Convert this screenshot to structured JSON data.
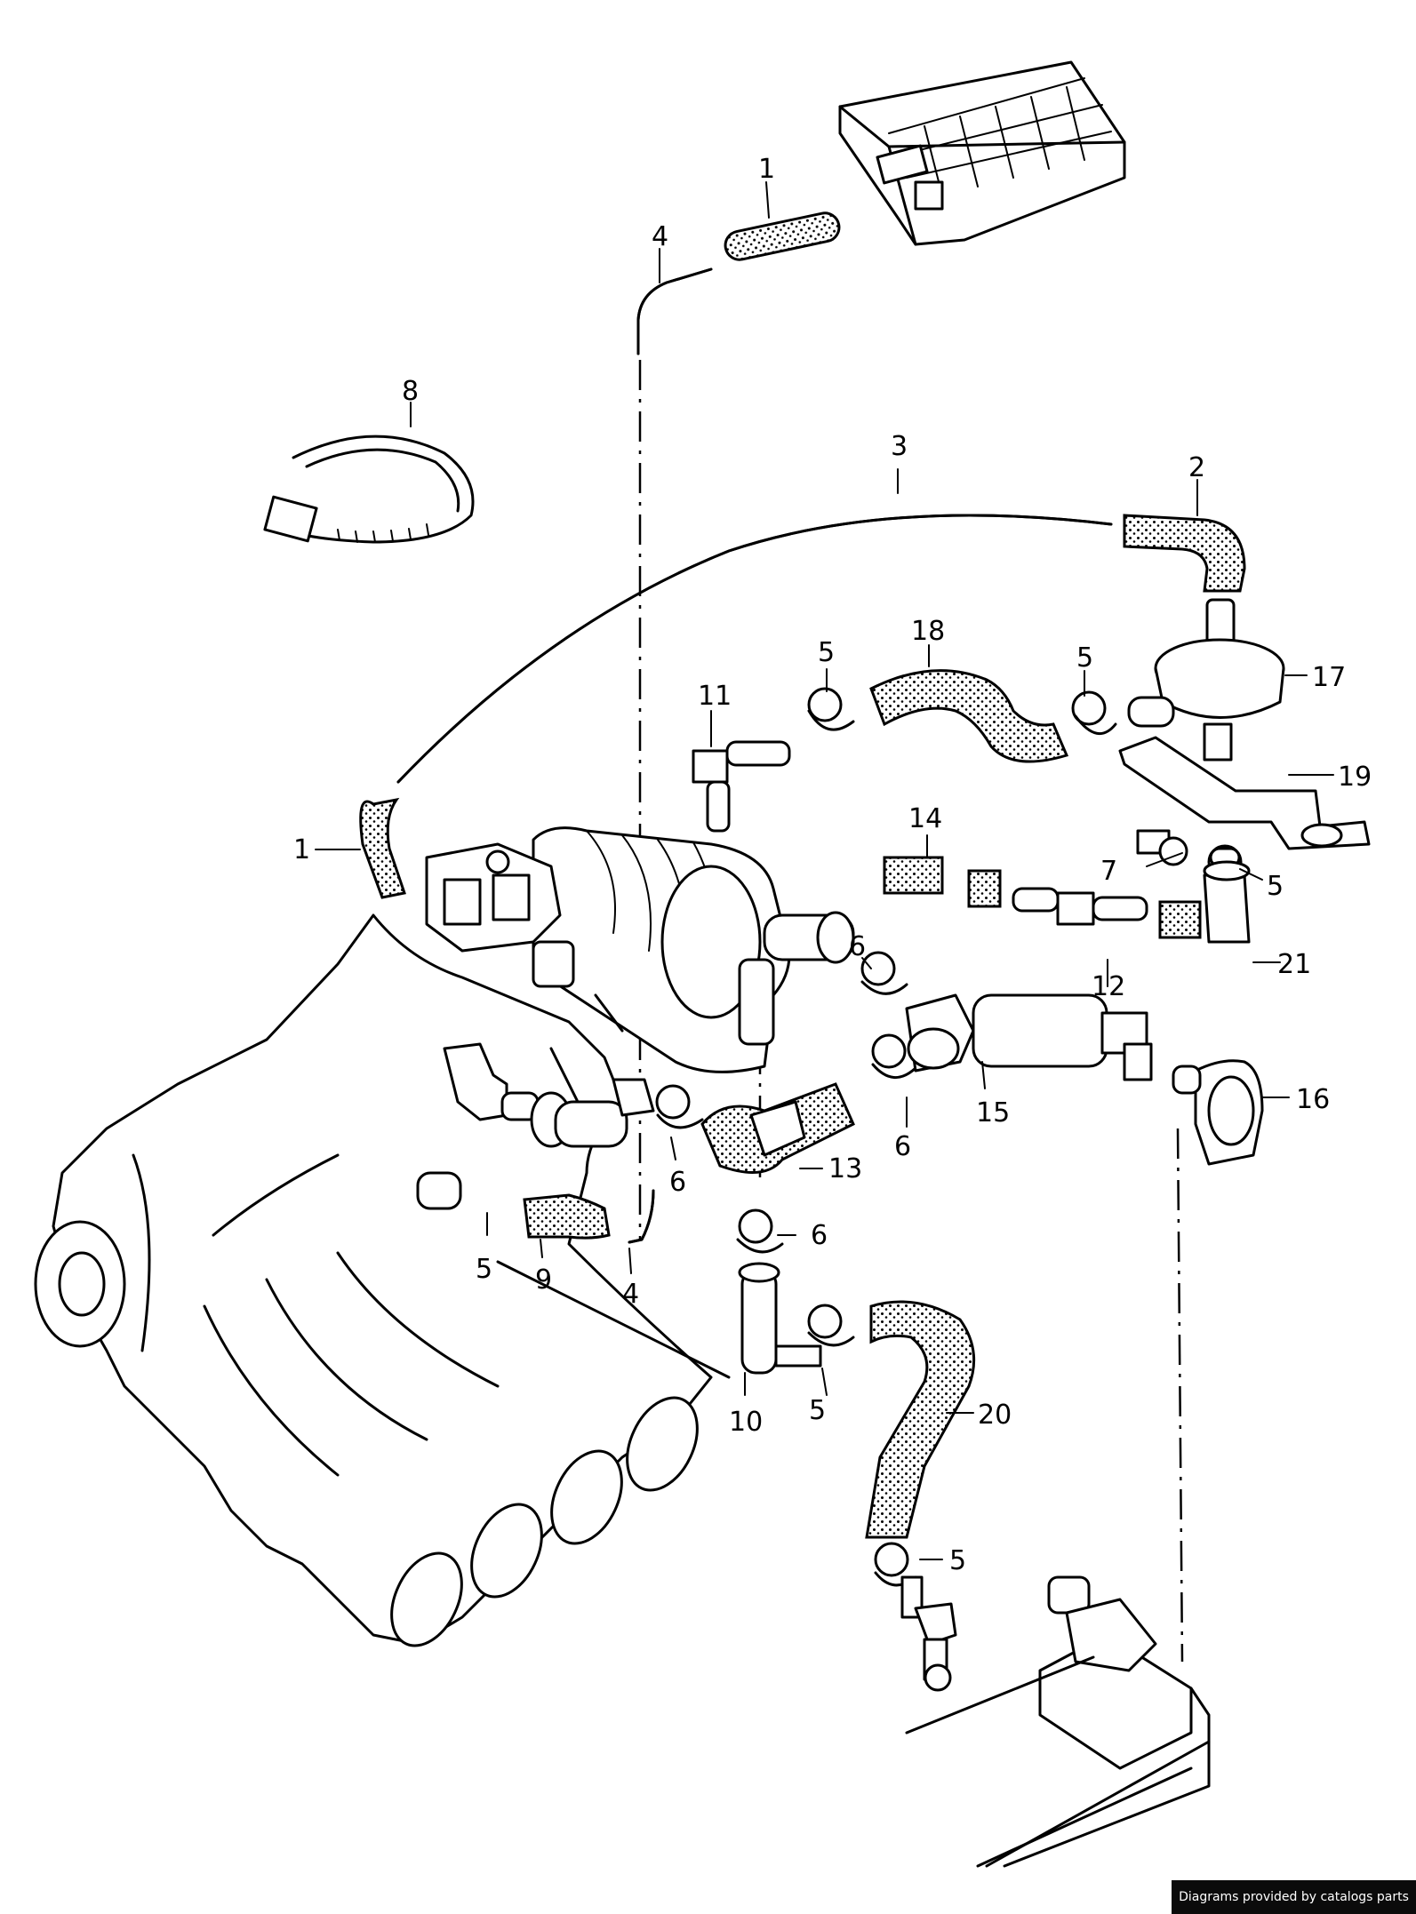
{
  "labels": [
    {
      "id": "1",
      "text": "1"
    },
    {
      "id": "1b",
      "text": "1"
    },
    {
      "id": "2",
      "text": "2"
    },
    {
      "id": "3",
      "text": "3"
    },
    {
      "id": "4",
      "text": "4"
    },
    {
      "id": "4b",
      "text": "4"
    },
    {
      "id": "5a",
      "text": "5"
    },
    {
      "id": "5b",
      "text": "5"
    },
    {
      "id": "5c",
      "text": "5"
    },
    {
      "id": "5d",
      "text": "5"
    },
    {
      "id": "5e",
      "text": "5"
    },
    {
      "id": "5f",
      "text": "5"
    },
    {
      "id": "6a",
      "text": "6"
    },
    {
      "id": "6b",
      "text": "6"
    },
    {
      "id": "6c",
      "text": "6"
    },
    {
      "id": "6d",
      "text": "6"
    },
    {
      "id": "7",
      "text": "7"
    },
    {
      "id": "8",
      "text": "8"
    },
    {
      "id": "9",
      "text": "9"
    },
    {
      "id": "10",
      "text": "10"
    },
    {
      "id": "11",
      "text": "11"
    },
    {
      "id": "12",
      "text": "12"
    },
    {
      "id": "13",
      "text": "13"
    },
    {
      "id": "14",
      "text": "14"
    },
    {
      "id": "15",
      "text": "15"
    },
    {
      "id": "16",
      "text": "16"
    },
    {
      "id": "17",
      "text": "17"
    },
    {
      "id": "18",
      "text": "18"
    },
    {
      "id": "19",
      "text": "19"
    },
    {
      "id": "20",
      "text": "20"
    },
    {
      "id": "21",
      "text": "21"
    }
  ],
  "credit": "Diagrams provided by catalogs parts"
}
